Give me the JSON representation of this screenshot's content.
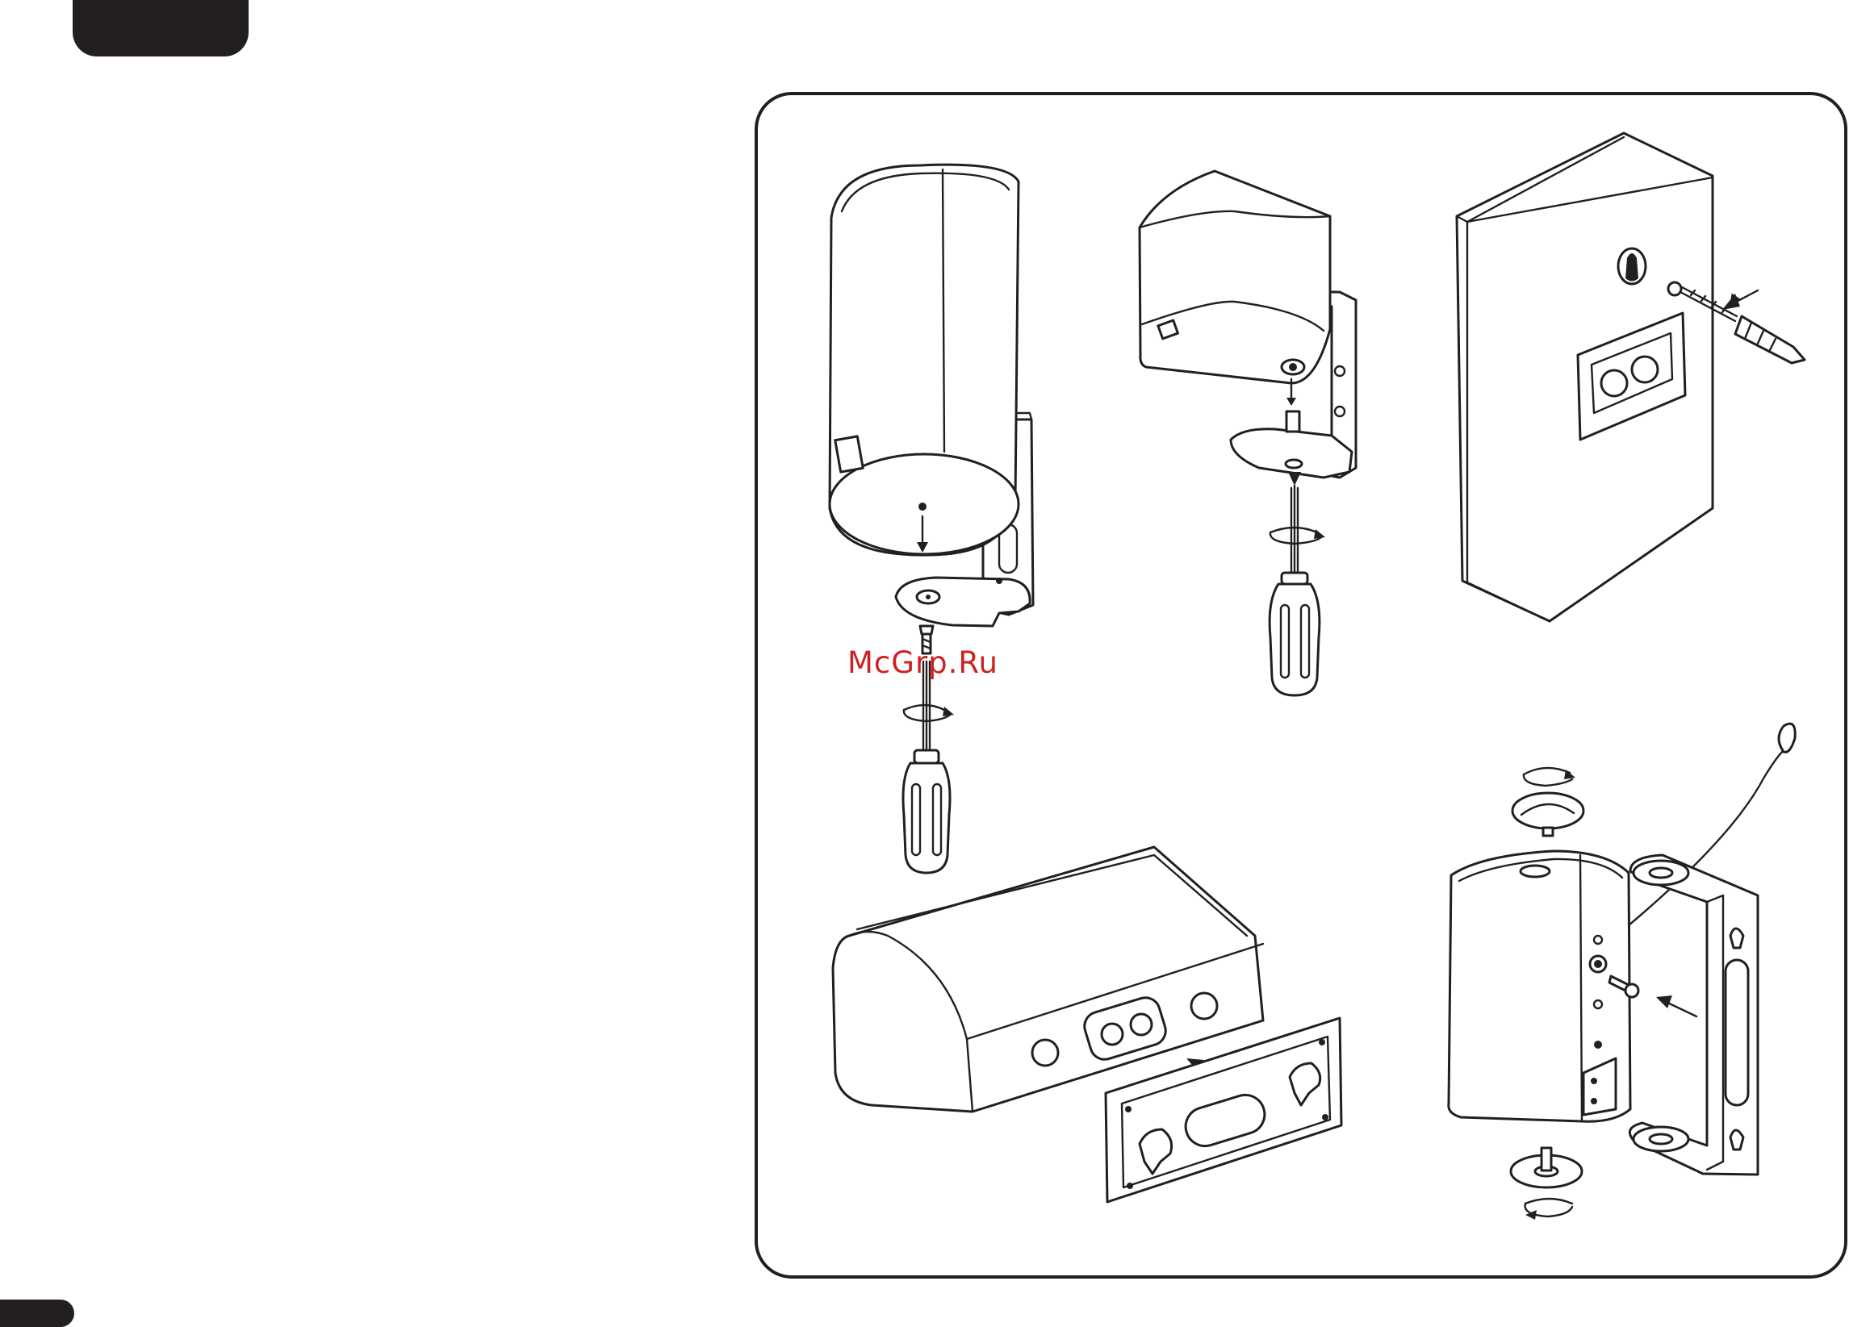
{
  "page": {
    "watermark": "McGrp.Ru"
  },
  "figures": [
    {
      "id": "pole-mount-round-speaker",
      "icon": "speaker-bracket-screwdriver-icon"
    },
    {
      "id": "pole-mount-cube-speaker",
      "icon": "speaker-bracket-screwdriver-icon"
    },
    {
      "id": "wall-mount-keyhole",
      "icon": "keyhole-screw-icon"
    },
    {
      "id": "plate-mount-center-speaker",
      "icon": "wall-plate-icon"
    },
    {
      "id": "u-bracket-with-safety-cable",
      "icon": "u-bracket-icon"
    }
  ],
  "colors": {
    "ink": "#231f20",
    "watermark": "#cc2222",
    "background": "#ffffff"
  }
}
